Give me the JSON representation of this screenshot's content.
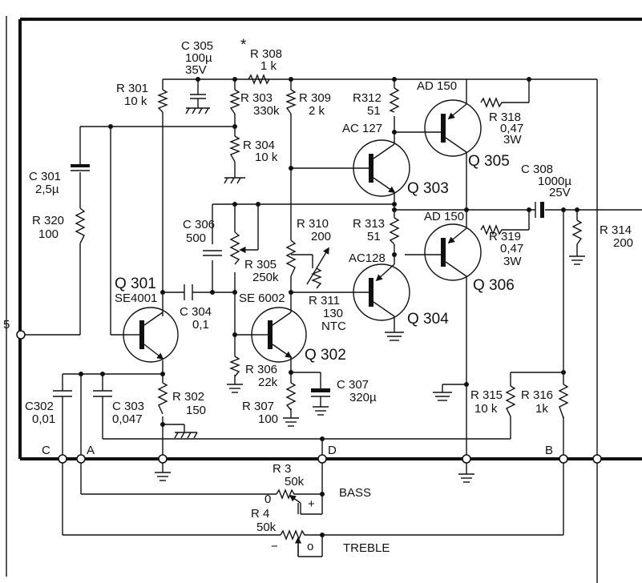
{
  "star": "*",
  "components": {
    "c305": [
      "C 305",
      "100µ",
      "35V"
    ],
    "r308": [
      "R 308",
      "1 k"
    ],
    "r301": [
      "R 301",
      "10 k"
    ],
    "r303": [
      "R 303",
      "330k"
    ],
    "r309": [
      "R 309",
      "2 k"
    ],
    "r312": [
      "R312",
      "51"
    ],
    "ad150_top": "AD 150",
    "r318": [
      "R 318",
      "0,47",
      "3W"
    ],
    "ac127": "AC 127",
    "r304": [
      "R 304",
      "10 k"
    ],
    "q305": "Q 305",
    "c308": [
      "C 308",
      "1000µ",
      "25V"
    ],
    "c301": [
      "C 301",
      "2,5µ"
    ],
    "q303": "Q 303",
    "r320": [
      "R 320",
      "100"
    ],
    "c306": [
      "C 306",
      "500"
    ],
    "r310": [
      "R 310",
      "200"
    ],
    "r313": [
      "R 313",
      "51"
    ],
    "ad150_bot": "AD 150",
    "r319": [
      "R 319",
      "0,47",
      "3W"
    ],
    "r314": [
      "R 314",
      "200"
    ],
    "ac128": "AC128",
    "r305": [
      "R 305",
      "250k"
    ],
    "q301": "Q 301",
    "se4001": "SE4001",
    "se6002": "SE 6002",
    "q306": "Q 306",
    "c304": [
      "C 304",
      "0,1"
    ],
    "r311": [
      "R 311",
      "130",
      "NTC"
    ],
    "q304": "Q 304",
    "q302": "Q 302",
    "r306": [
      "R 306",
      "22k"
    ],
    "c307": [
      "C 307",
      "320µ"
    ],
    "c302": [
      "C302",
      "0,01"
    ],
    "c303": [
      "C 303",
      "0,047"
    ],
    "r302": [
      "R 302",
      "150"
    ],
    "r307": [
      "R 307",
      "100"
    ],
    "r315": [
      "R 315",
      "10 k"
    ],
    "r316": [
      "R 316",
      "1k"
    ],
    "r3": [
      "R 3",
      "50k"
    ],
    "r4": [
      "R 4",
      "50k"
    ],
    "pot_zero": "0",
    "pot_plus": "+",
    "pot_minus": "−",
    "pot_o": "o",
    "bass": "BASS",
    "treble": "TREBLE"
  },
  "terminals": {
    "c": "C",
    "a": "A",
    "d": "D",
    "b": "B",
    "input": "5"
  }
}
